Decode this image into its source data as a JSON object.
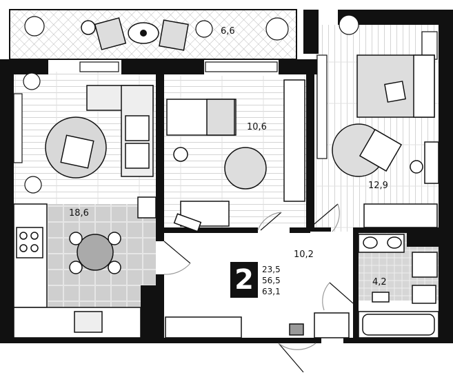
{
  "plan": {
    "rooms_count": "2",
    "areas": [
      "23,5",
      "56,5",
      "63,1"
    ],
    "rooms": [
      {
        "id": "balcony",
        "label": "6,6"
      },
      {
        "id": "kitchen-living",
        "label": "18,6"
      },
      {
        "id": "bedroom-small",
        "label": "10,6"
      },
      {
        "id": "bedroom-main",
        "label": "12,9"
      },
      {
        "id": "hallway",
        "label": "10,2"
      },
      {
        "id": "bathroom",
        "label": "4,2"
      }
    ]
  }
}
